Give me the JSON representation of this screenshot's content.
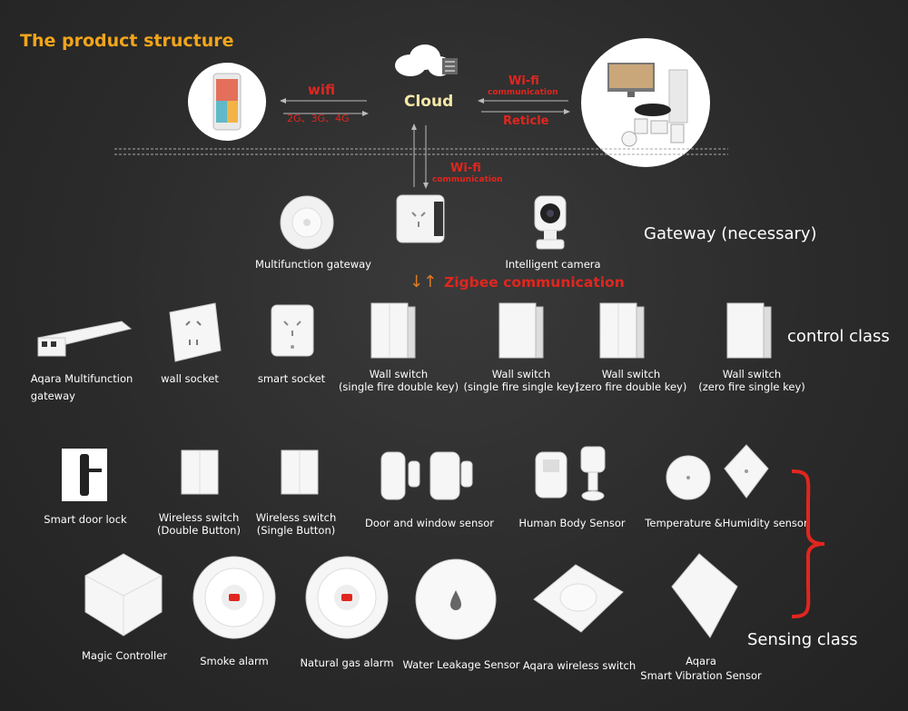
{
  "title": "The product structure",
  "top": {
    "wifi_label": "wifi",
    "phone_net_label": "2G、3G、4G",
    "cloud_label": "Cloud",
    "wifi_comm_right_1": "Wi-fi",
    "wifi_comm_right_2": "communication",
    "reticle_label": "Reticle",
    "wifi_comm_down_1": "Wi-fi",
    "wifi_comm_down_2": "communication"
  },
  "gateway": {
    "items": [
      {
        "label": "Multifunction gateway"
      },
      {
        "label": "Intelligent camera"
      }
    ],
    "class_label": "Gateway (necessary)",
    "zigbee_arrows": "↓↑",
    "zigbee_label": "Zigbee communication"
  },
  "control": {
    "class_label": "control class",
    "items": [
      {
        "line1": "Aqara Multifunction",
        "line2": "gateway"
      },
      {
        "line1": "wall socket",
        "line2": ""
      },
      {
        "line1": "smart socket",
        "line2": ""
      },
      {
        "line1": "Wall switch",
        "line2": "(single fire double key)"
      },
      {
        "line1": "Wall switch",
        "line2": "(single fire single key)"
      },
      {
        "line1": "Wall switch",
        "line2": "(zero fire double key)"
      },
      {
        "line1": "Wall switch",
        "line2": "(zero fire single key)"
      }
    ]
  },
  "sensing": {
    "class_label": "Sensing class",
    "row1": [
      {
        "line1": "Smart door lock",
        "line2": ""
      },
      {
        "line1": "Wireless switch",
        "line2": "(Double Button)"
      },
      {
        "line1": "Wireless switch",
        "line2": "(Single Button)"
      },
      {
        "line1": "Door and window sensor",
        "line2": ""
      },
      {
        "line1": "Human Body Sensor",
        "line2": ""
      },
      {
        "line1": "Temperature &Humidity sensor",
        "line2": ""
      }
    ],
    "row2": [
      {
        "line1": "Magic Controller",
        "line2": ""
      },
      {
        "line1": "Smoke alarm",
        "line2": ""
      },
      {
        "line1": "Natural gas alarm",
        "line2": ""
      },
      {
        "line1": "Water Leakage Sensor",
        "line2": ""
      },
      {
        "line1": "Aqara wireless switch",
        "line2": ""
      },
      {
        "line1": "Aqara",
        "line2": "Smart Vibration Sensor"
      }
    ]
  },
  "colors": {
    "title": "#f2a51b",
    "accent_red": "#e0261f",
    "cloud_label": "#f5e9a8",
    "bg": "#2b2b2b"
  }
}
